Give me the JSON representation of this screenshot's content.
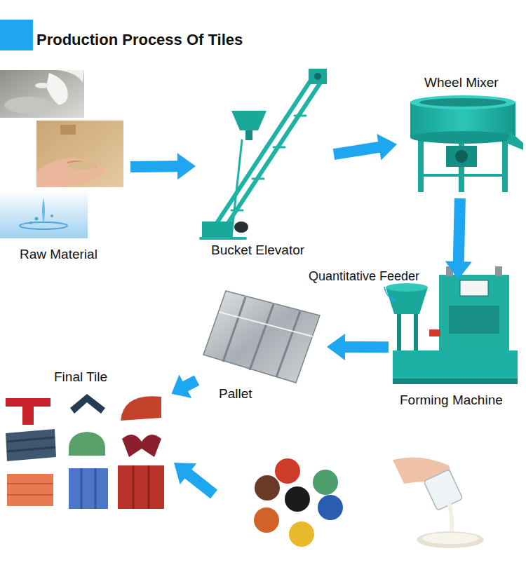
{
  "diagram": {
    "title": "Production Process Of Tiles",
    "nodes": [
      {
        "text": [
          "Raw Material"
        ]
      },
      {
        "text": [
          "Bucket Elevator"
        ]
      },
      {
        "text": [
          "Wheel Mixer"
        ]
      },
      {
        "text": [
          "Forming Machine"
        ]
      },
      {
        "text": [
          "Pallet"
        ]
      },
      {
        "text": [
          "Final Tile"
        ]
      }
    ],
    "edges": [
      {
        "from": 0,
        "to": 1,
        "arrow": "to"
      },
      {
        "from": 1,
        "to": 2,
        "arrow": "to"
      },
      {
        "from": 2,
        "to": 3,
        "arrow": "to"
      },
      {
        "from": 3,
        "to": 4,
        "arrow": "to"
      },
      {
        "from": 4,
        "to": 5,
        "arrow": "to"
      }
    ],
    "labels": [
      "Quantitative Feeder"
    ]
  }
}
